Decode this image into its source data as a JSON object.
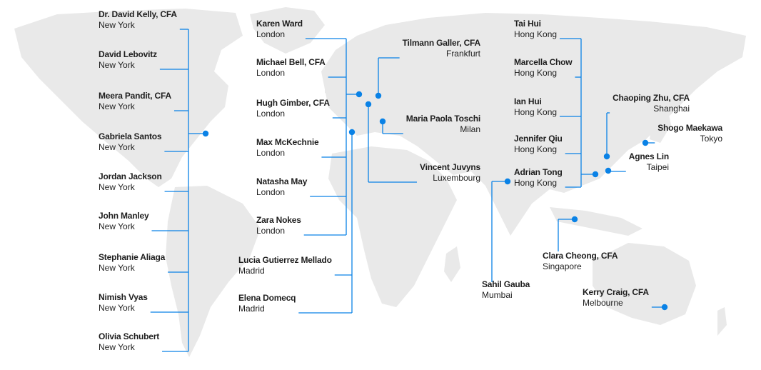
{
  "colors": {
    "map": "#e9e9e9",
    "line": "#0a82e6",
    "text": "#1e1e1e"
  },
  "contacts": [
    {
      "name": "Dr. David Kelly, CFA",
      "city": "New York"
    },
    {
      "name": "David Lebovitz",
      "city": "New York"
    },
    {
      "name": "Meera Pandit, CFA",
      "city": "New York"
    },
    {
      "name": "Gabriela Santos",
      "city": "New York"
    },
    {
      "name": "Jordan Jackson",
      "city": "New York"
    },
    {
      "name": "John Manley",
      "city": "New York"
    },
    {
      "name": "Stephanie Aliaga",
      "city": "New York"
    },
    {
      "name": "Nimish Vyas",
      "city": "New York"
    },
    {
      "name": "Olivia Schubert",
      "city": "New York"
    },
    {
      "name": "Karen Ward",
      "city": "London"
    },
    {
      "name": "Michael Bell, CFA",
      "city": "London"
    },
    {
      "name": "Hugh Gimber, CFA",
      "city": "London"
    },
    {
      "name": "Max McKechnie",
      "city": "London"
    },
    {
      "name": "Natasha May",
      "city": "London"
    },
    {
      "name": "Zara Nokes",
      "city": "London"
    },
    {
      "name": "Lucia Gutierrez Mellado",
      "city": "Madrid"
    },
    {
      "name": "Elena Domecq",
      "city": "Madrid"
    },
    {
      "name": "Tilmann Galler, CFA",
      "city": "Frankfurt"
    },
    {
      "name": "Maria Paola Toschi",
      "city": "Milan"
    },
    {
      "name": "Vincent Juvyns",
      "city": "Luxembourg"
    },
    {
      "name": "Tai Hui",
      "city": "Hong Kong"
    },
    {
      "name": "Marcella Chow",
      "city": "Hong Kong"
    },
    {
      "name": "Ian Hui",
      "city": "Hong Kong"
    },
    {
      "name": "Jennifer Qiu",
      "city": "Hong Kong"
    },
    {
      "name": "Adrian Tong",
      "city": "Hong Kong"
    },
    {
      "name": "Chaoping Zhu, CFA",
      "city": "Shanghai"
    },
    {
      "name": "Shogo Maekawa",
      "city": "Tokyo"
    },
    {
      "name": "Agnes Lin",
      "city": "Taipei"
    },
    {
      "name": "Clara Cheong, CFA",
      "city": "Singapore"
    },
    {
      "name": "Sahil Gauba",
      "city": "Mumbai"
    },
    {
      "name": "Kerry Craig, CFA",
      "city": "Melbourne"
    }
  ]
}
